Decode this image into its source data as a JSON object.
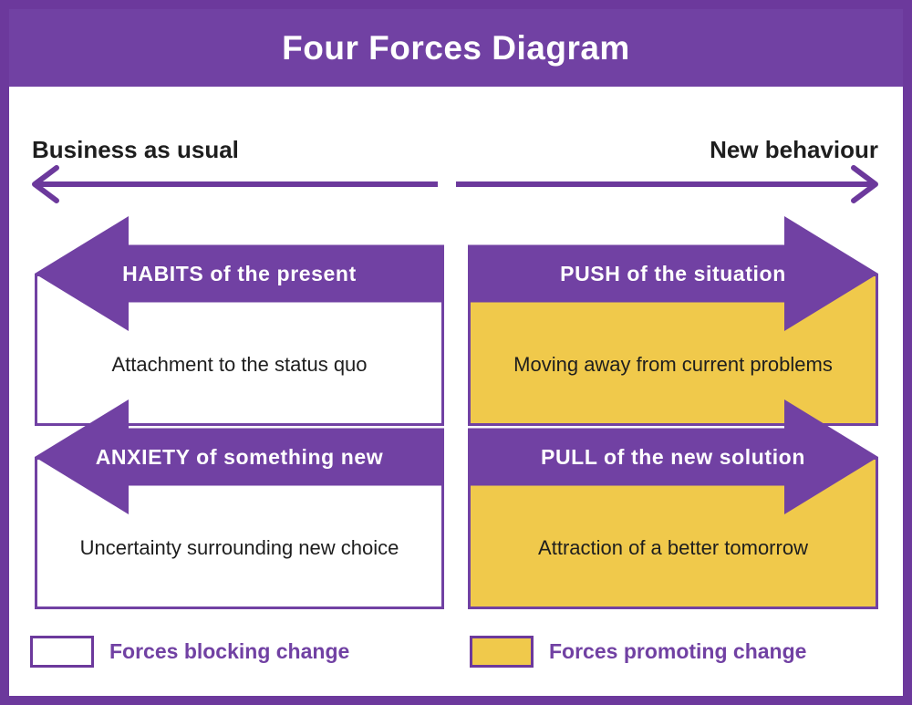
{
  "title": "Four Forces Diagram",
  "colors": {
    "purple": "#7141A3",
    "purple_dark": "#6C399C",
    "yellow": "#F0C94B",
    "text": "#1E1E1E"
  },
  "axis": {
    "left_label": "Business as usual",
    "right_label": "New behaviour"
  },
  "quadrants": [
    {
      "id": "habits",
      "direction": "left",
      "style": "blocking",
      "band_label": "HABITS of the present",
      "box_label": "Attachment to the status quo"
    },
    {
      "id": "push",
      "direction": "right",
      "style": "promoting",
      "band_label": "PUSH of the situation",
      "box_label": "Moving away from current problems"
    },
    {
      "id": "anxiety",
      "direction": "left",
      "style": "blocking",
      "band_label": "ANXIETY of something new",
      "box_label": "Uncertainty surrounding new choice"
    },
    {
      "id": "pull",
      "direction": "right",
      "style": "promoting",
      "band_label": "PULL of the new solution",
      "box_label": "Attraction of a better tomorrow"
    }
  ],
  "legend": [
    {
      "style": "blocking",
      "label": "Forces blocking change"
    },
    {
      "style": "promoting",
      "label": "Forces promoting change"
    }
  ]
}
